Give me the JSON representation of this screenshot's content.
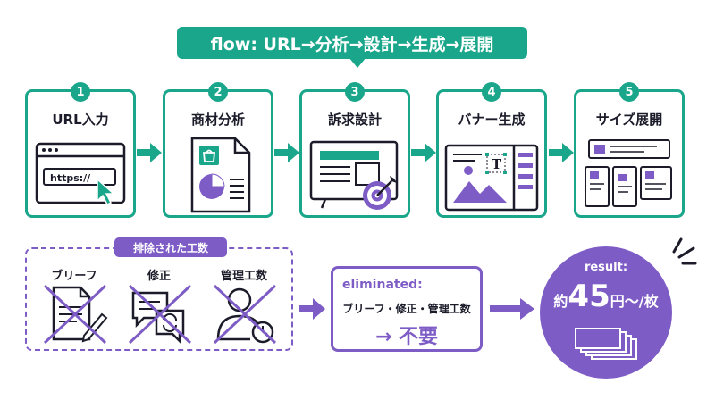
{
  "flow_label": "flow: URL→分析→設計→生成→展開",
  "steps": [
    {
      "num": "1",
      "title": "URL入力",
      "url_text": "https://"
    },
    {
      "num": "2",
      "title": "商材分析"
    },
    {
      "num": "3",
      "title": "訴求設計"
    },
    {
      "num": "4",
      "title": "バナー生成",
      "text_tool": "T"
    },
    {
      "num": "5",
      "title": "サイズ展開"
    }
  ],
  "removed": {
    "tag": "排除された工数",
    "items": [
      "ブリーフ",
      "修正",
      "管理工数"
    ]
  },
  "eliminated": {
    "title": "eliminated:",
    "subtitle": "ブリーフ・修正・管理工数",
    "main": "→ 不要"
  },
  "result": {
    "title": "result:",
    "prefix": "約",
    "value": "45",
    "suffix": "円〜/枚"
  },
  "colors": {
    "teal": "#1aa68a",
    "purple": "#7e5cc6",
    "dark": "#1b1b2a"
  }
}
